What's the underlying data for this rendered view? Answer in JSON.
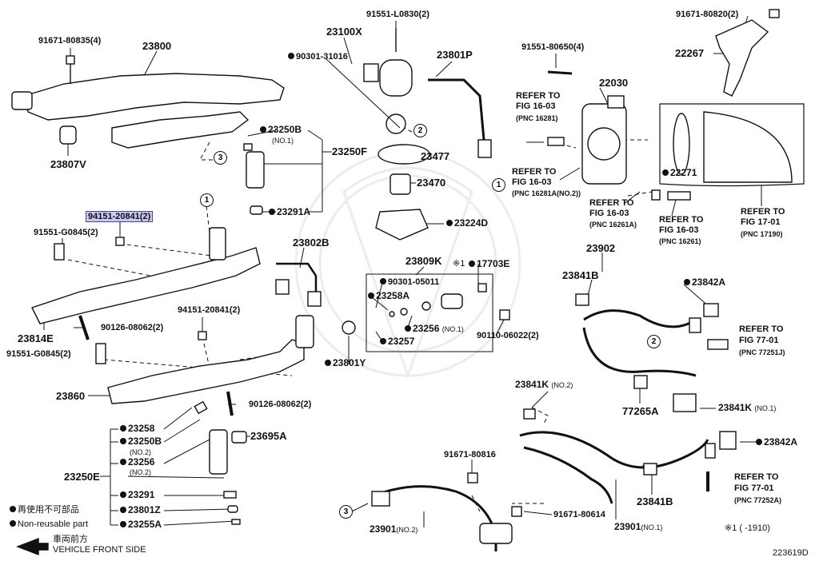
{
  "diagram": {
    "code": "223619D",
    "remark": "※1 (      -1910)",
    "legend": {
      "cn": "再使用不可部品",
      "en": "Non-reusable part",
      "front_cn": "車両前方",
      "front_en": "VEHICLE FRONT SIDE"
    },
    "circles": [
      "1",
      "2",
      "3"
    ],
    "labels": {
      "p91671_80835": "91671-80835(4)",
      "p23800": "23800",
      "p23807V": "23807V",
      "p94151_20841_a": "94151-20841(2)",
      "p91551_G0845_a": "91551-G0845(2)",
      "p23814E": "23814E",
      "p90126_08062_a": "90126-08062(2)",
      "p94151_20841_b": "94151-20841(2)",
      "p91551_G0845_b": "91551-G0845(2)",
      "p23860": "23860",
      "p23258": "23258",
      "p23250B_2": "23250B",
      "no2": "(NO.2)",
      "p23256_2": "23256",
      "p23250E": "23250E",
      "p23291": "23291",
      "p23801Z": "23801Z",
      "p23255A": "23255A",
      "p23695A": "23695A",
      "p90126_08062_b": "90126-08062(2)",
      "p23100X": "23100X",
      "p90301_31016": "90301-31016",
      "p91551_L0830": "91551-L0830(2)",
      "p23801P": "23801P",
      "p23250B_1": "23250B",
      "no1": "(NO.1)",
      "p23250F": "23250F",
      "p23477": "23477",
      "p23470": "23470",
      "p23291A": "23291A",
      "p23224D": "23224D",
      "p23802B": "23802B",
      "p23809K": "23809K",
      "note1": "※1",
      "p17703E": "17703E",
      "p90301_05011": "90301-05011",
      "p23258A": "23258A",
      "p23256_1": "23256",
      "p23257": "23257",
      "p90110_06022": "90110-06022(2)",
      "p23801Y": "23801Y",
      "p91551_80650": "91551-80650(4)",
      "p22030": "22030",
      "refer_to": "REFER TO",
      "fig_16_03": "FIG 16-03",
      "pnc_16281": "(PNC 16281)",
      "pnc_16281A": "(PNC 16281A(NO.2))",
      "pnc_16261A": "(PNC 16261A)",
      "pnc_16261": "(PNC 16261)",
      "p91671_80820": "91671-80820(2)",
      "p22267": "22267",
      "p22271": "22271",
      "fig_17_01": "FIG 17-01",
      "pnc_17190": "(PNC 17190)",
      "p23902": "23902",
      "p23841B": "23841B",
      "p23842A": "23842A",
      "fig_77_01": "FIG 77-01",
      "pnc_77251J": "(PNC 77251J)",
      "pnc_77252A": "(PNC 77252A)",
      "p77265A": "77265A",
      "p23841K": "23841K",
      "p91671_80816": "91671-80816",
      "p91671_80614": "91671-80614",
      "p23901": "23901"
    }
  }
}
